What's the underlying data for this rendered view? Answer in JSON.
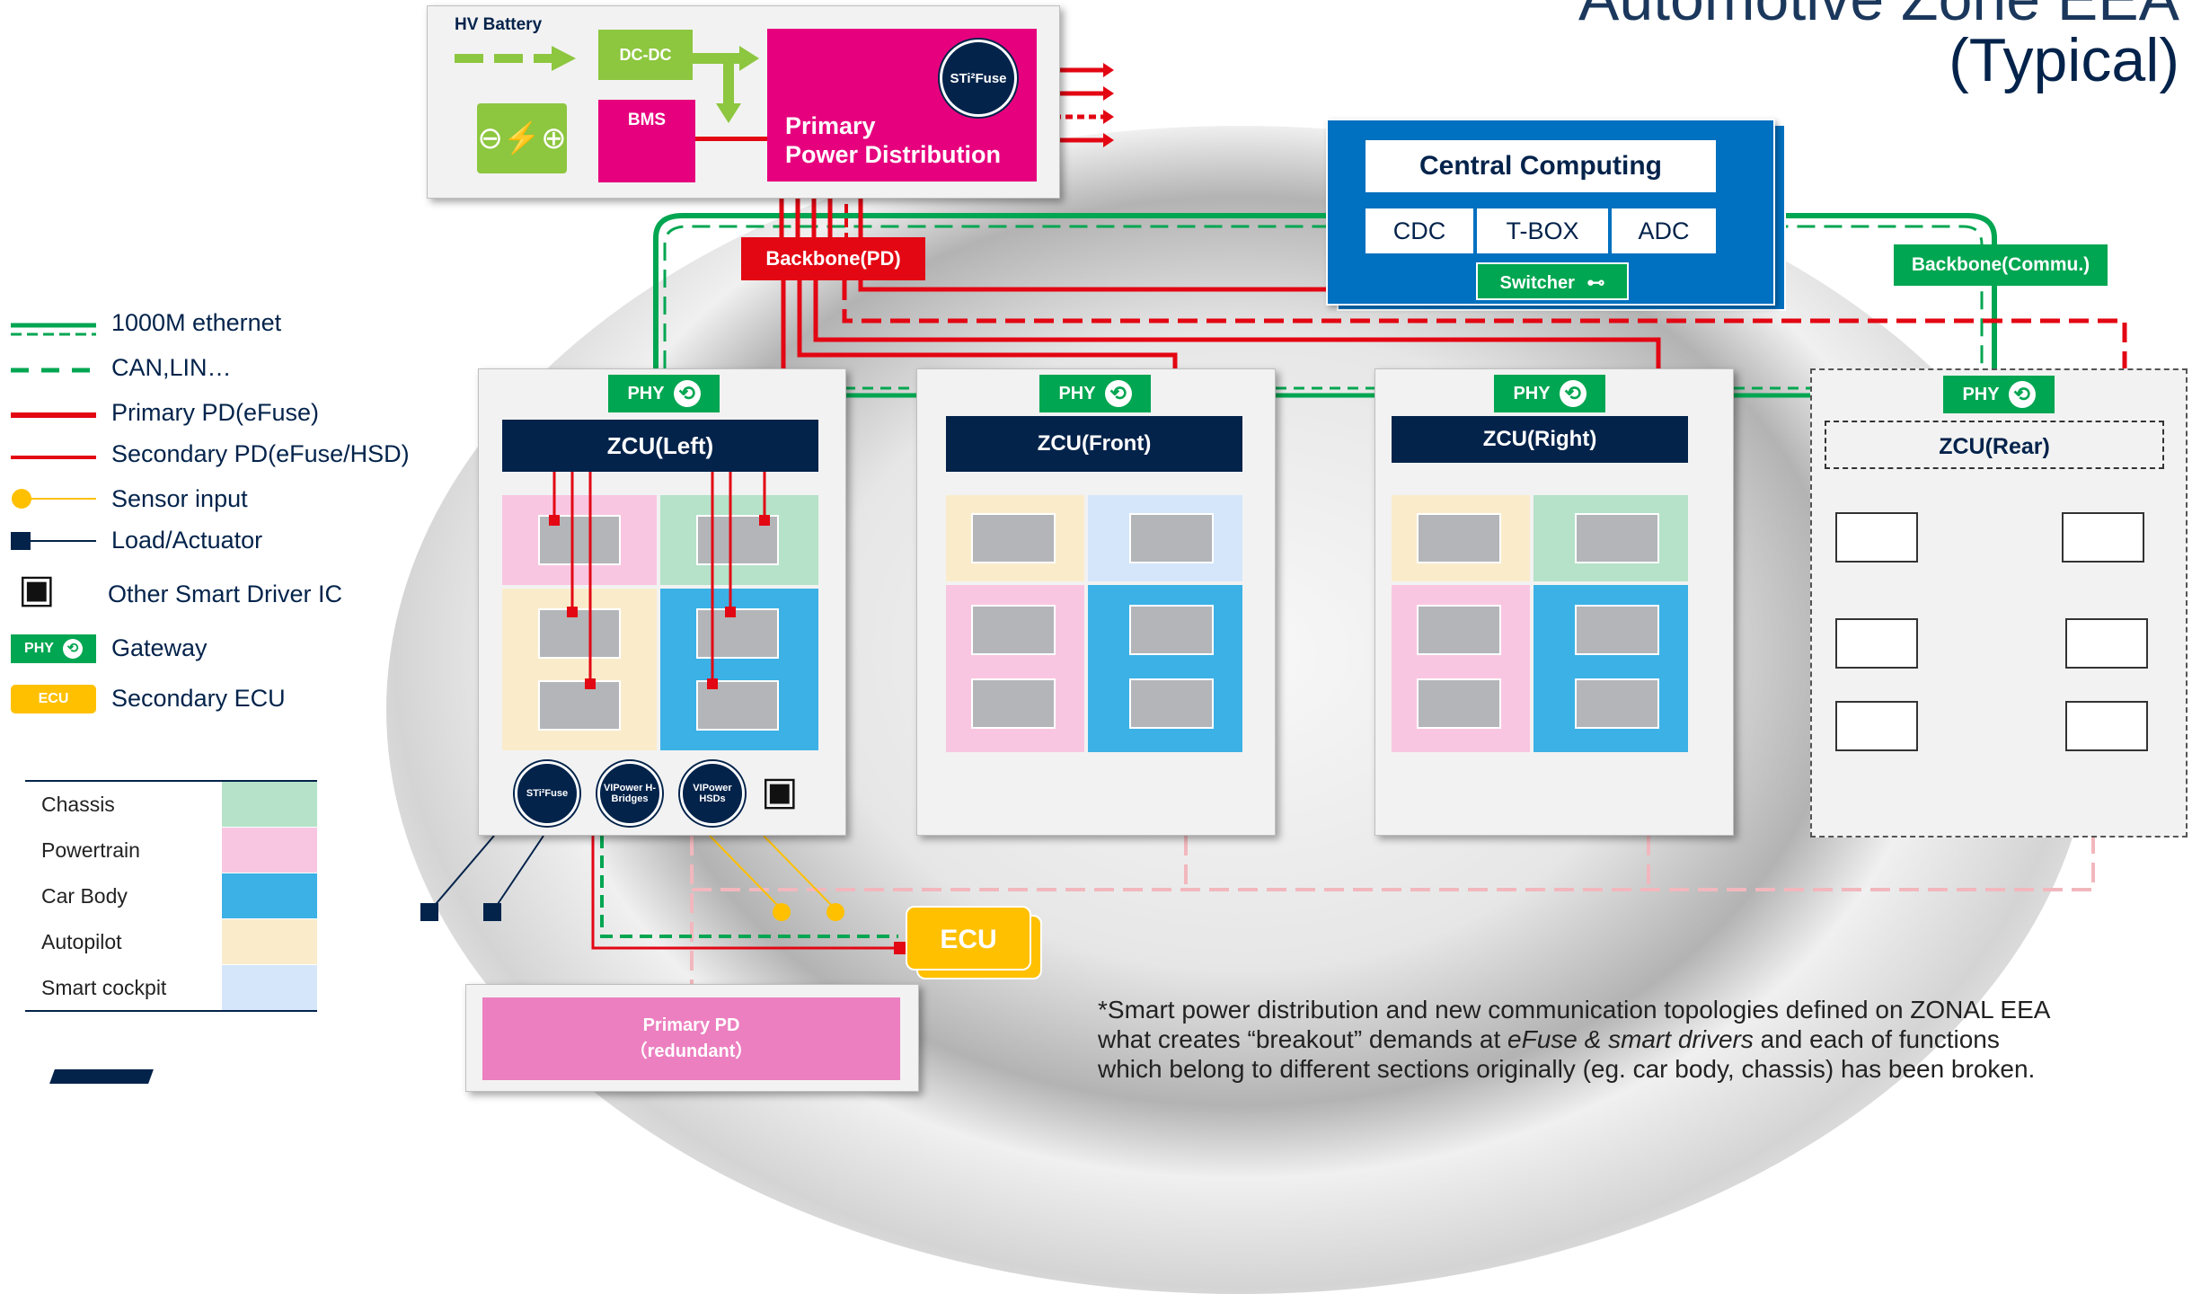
{
  "title": {
    "line1": "Automotive Zone EEA",
    "line2": "(Typical)"
  },
  "power_source": {
    "hv_battery": "HV Battery",
    "dcdc": "DC-DC",
    "bms": "BMS",
    "primary_pd": "Primary\nPower Distribution",
    "efuse_badge": "STi²Fuse"
  },
  "backbone_pd": "Backbone(PD)",
  "backbone_commu": "Backbone(Commu.)",
  "central": {
    "title": "Central Computing",
    "modules": [
      "CDC",
      "T-BOX",
      "ADC"
    ],
    "switcher": "Switcher"
  },
  "zcus": [
    {
      "title": "ZCU(Left)",
      "phy": "PHY"
    },
    {
      "title": "ZCU(Front)",
      "phy": "PHY"
    },
    {
      "title": "ZCU(Right)",
      "phy": "PHY"
    },
    {
      "title": "ZCU(Rear)",
      "phy": "PHY"
    }
  ],
  "left_icons": [
    "STi²Fuse",
    "VIPower H-Bridges",
    "VIPower HSDs"
  ],
  "legend": [
    {
      "label": "1000M ethernet",
      "icon": "ethernet-line-icon"
    },
    {
      "label": "CAN,LIN…",
      "icon": "can-lin-dashed-icon"
    },
    {
      "label": "Primary PD(eFuse)",
      "icon": "primary-pd-line-icon"
    },
    {
      "label": "Secondary PD(eFuse/HSD)",
      "icon": "secondary-pd-line-icon"
    },
    {
      "label": "Sensor input",
      "icon": "sensor-input-icon"
    },
    {
      "label": "Load/Actuator",
      "icon": "load-actuator-icon"
    },
    {
      "label": "Other Smart Driver IC",
      "icon": "chip-icon"
    },
    {
      "label": "Gateway",
      "icon": "gateway-icon"
    },
    {
      "label": "Secondary ECU",
      "icon": "ecu-icon"
    }
  ],
  "legend_badges": {
    "phy": "PHY",
    "ecu": "ECU"
  },
  "categories": [
    {
      "name": "Chassis",
      "color": "#b5e2c8"
    },
    {
      "name": "Powertrain",
      "color": "#f9c6e2"
    },
    {
      "name": "Car Body",
      "color": "#3cb1e6"
    },
    {
      "name": "Autopilot",
      "color": "#faeccb"
    },
    {
      "name": "Smart cockpit",
      "color": "#d5e6fa"
    }
  ],
  "ecu": "ECU",
  "primary_pd_redundant": "Primary PD\n（redundant）",
  "footnote": {
    "line1": "*Smart power distribution and new communication topologies defined on ZONAL EEA",
    "line2_a": "what creates “breakout” demands at ",
    "line2_em": "eFuse & smart drivers",
    "line2_b": " and each of functions",
    "line3": "which belong to different sections originally (eg. car body, chassis) has been broken."
  },
  "colors": {
    "navy": "#03234b",
    "green": "#00a651",
    "red": "#e30613",
    "pink": "#e6007e",
    "blue": "#0070c0",
    "yellow": "#ffc000"
  }
}
